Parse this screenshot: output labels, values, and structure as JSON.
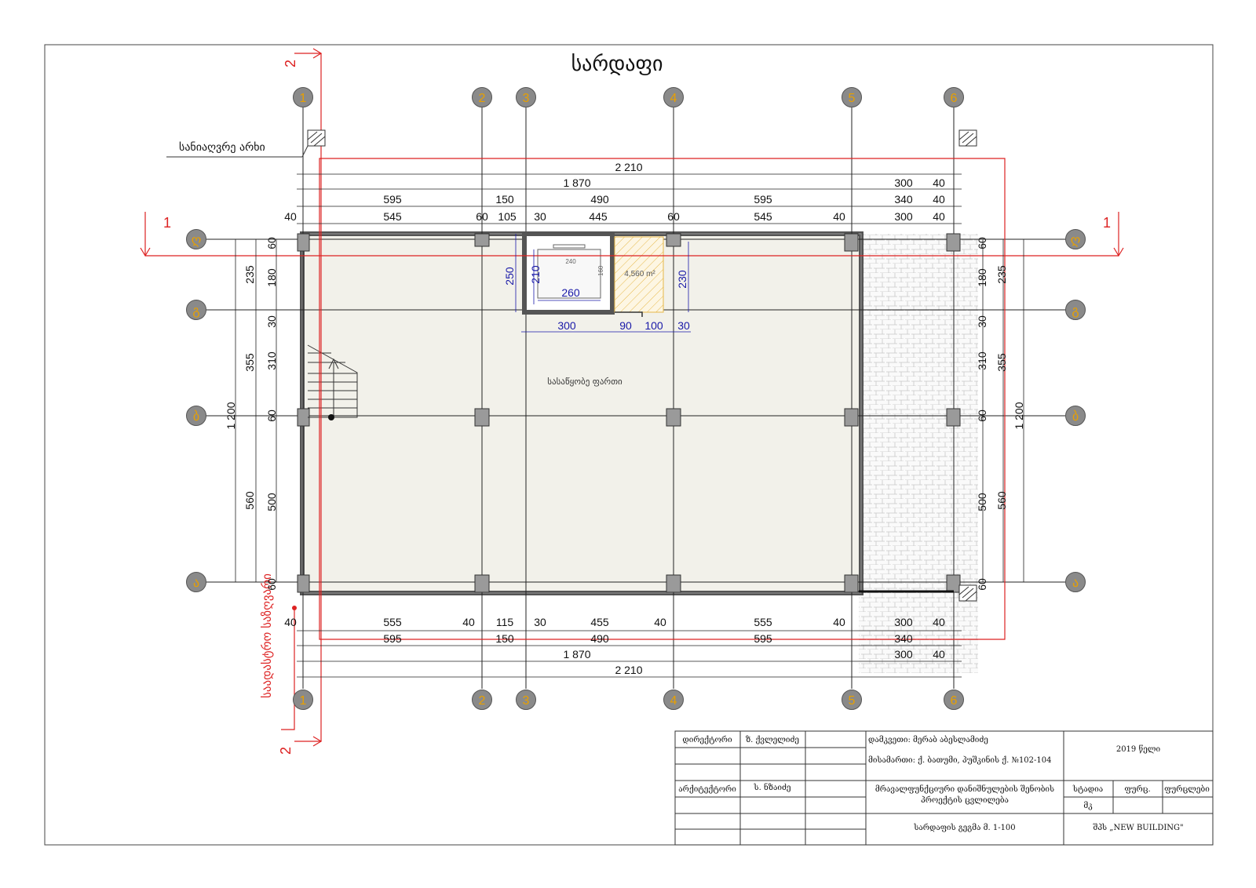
{
  "drawing": {
    "title": "სარდაფი",
    "room_label": "სასაწყობე ფართი",
    "area_label": "4,560 m²",
    "canal_label": "სანიაღვრე არხი",
    "neighbor_label": "საადასტრო საზღვარი",
    "section_1": "1",
    "section_2": "2"
  },
  "axes": {
    "columns": [
      "1",
      "2",
      "3",
      "4",
      "5",
      "6"
    ],
    "rows": [
      "ღ",
      "გ",
      "ბ",
      "ა"
    ]
  },
  "dims_top": {
    "overall": "2 210",
    "row2_a": "1 870",
    "row2_b": "300",
    "row2_c": "40",
    "row3": [
      "595",
      "150",
      "490",
      "595",
      "340",
      "40"
    ],
    "row4": [
      "40",
      "545",
      "60",
      "105",
      "30",
      "445",
      "60",
      "545",
      "40",
      "300",
      "40"
    ]
  },
  "dims_bottom": {
    "row1": [
      "40",
      "555",
      "40",
      "115",
      "30",
      "455",
      "40",
      "555",
      "40",
      "300",
      "40"
    ],
    "row2": [
      "595",
      "150",
      "490",
      "595",
      "340"
    ],
    "row3_a": "1 870",
    "row3_b": "300",
    "row3_c": "40",
    "overall": "2 210"
  },
  "dims_left": {
    "outer": "1 200",
    "mid": [
      "235",
      "355",
      "560"
    ],
    "inner": [
      "60",
      "180",
      "30",
      "310",
      "60",
      "500",
      "60"
    ]
  },
  "dims_right": {
    "outer": "1 200",
    "mid": [
      "235",
      "355",
      "560"
    ],
    "inner": [
      "60",
      "180",
      "30",
      "310",
      "60",
      "500",
      "60"
    ]
  },
  "dims_core": {
    "h250": "250",
    "h210": "210",
    "w260": "260",
    "h230": "230",
    "bottom": [
      "300",
      "90",
      "100",
      "30"
    ],
    "small240": "240",
    "small160": "160"
  },
  "title_block": {
    "director_label": "დირექტორი",
    "director_name": "ზ. ქვლელიძე",
    "architect_label": "არქიტექტორი",
    "architect_name": "ს. ნზაიძე",
    "client": "დამკვეთი: მერაბ აბესლამიძე",
    "address": "მისამართი: ქ. ბათუმი, პუშკინის ქ. №102-104",
    "year": "2019 წელი",
    "project_line1": "მრავალფუნქციური დანიშნულების შენობის",
    "project_line2": "პროექტის ცვლილება",
    "stage_label": "სტადია",
    "stage_value": "მკ",
    "sheet_label": "ფურც.",
    "sheets_label": "ფურცლები",
    "plan_caption": "სარდაფის გეგმა მ. 1-100",
    "company": "შპს „NEW BUILDING\""
  },
  "colors": {
    "red_line": "#dd2222",
    "axis_bubble": "#8a8a8a",
    "axis_text": "#e8a000",
    "floor": "#f2f1ea",
    "blue_dim": "#1a1aa8",
    "hatch": "#e6b84a"
  }
}
